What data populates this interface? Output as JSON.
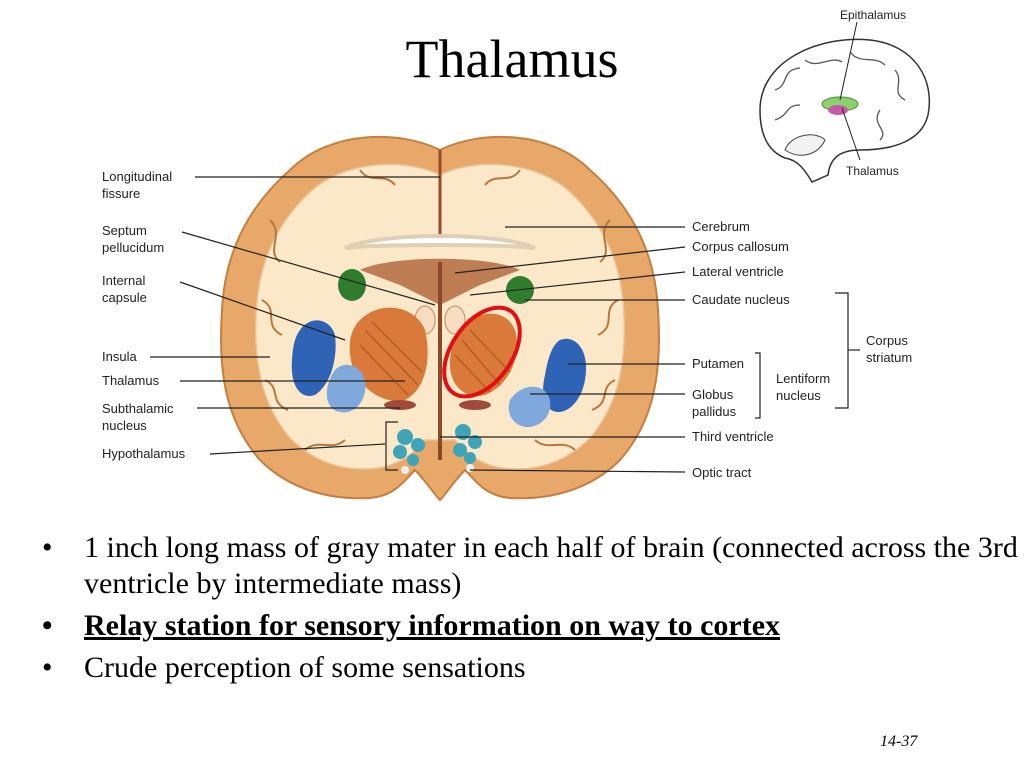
{
  "slide": {
    "title": "Thalamus",
    "page_number": "14-37"
  },
  "bullets": [
    {
      "text": "1 inch long mass of gray mater in each half of brain (connected across the 3rd ventricle by intermediate mass)",
      "emphasis": false
    },
    {
      "text": "Relay station for sensory information on way to cortex",
      "emphasis": true
    },
    {
      "text": "Crude perception of some sensations",
      "emphasis": false
    }
  ],
  "bullet_symbol": "•",
  "diagram": {
    "left_labels": {
      "longitudinal_1": "Longitudinal",
      "longitudinal_2": "fissure",
      "septum_1": "Septum",
      "septum_2": "pellucidum",
      "internal_1": "Internal",
      "internal_2": "capsule",
      "insula": "Insula",
      "thalamus": "Thalamus",
      "subthalamic_1": "Subthalamic",
      "subthalamic_2": "nucleus",
      "hypothalamus": "Hypothalamus"
    },
    "right_labels": {
      "cerebrum": "Cerebrum",
      "corpus_callosum": "Corpus callosum",
      "lateral_ventricle": "Lateral ventricle",
      "caudate_nucleus": "Caudate nucleus",
      "putamen": "Putamen",
      "globus_1": "Globus",
      "globus_2": "pallidus",
      "third_ventricle": "Third ventricle",
      "optic_tract": "Optic tract",
      "lentiform_1": "Lentiform",
      "lentiform_2": "nucleus",
      "corpus_striatum_1": "Corpus",
      "corpus_striatum_2": "striatum"
    },
    "inset_labels": {
      "epithalamus": "Epithalamus",
      "thalamus": "Thalamus"
    },
    "colors": {
      "cortex": "#e8a86a",
      "white_matter": "#fbe8c8",
      "thalamus": "#d9793a",
      "putamen": "#2f63b5",
      "globus_pallidus": "#7fa9dc",
      "caudate": "#2f7d2c",
      "hypothalamus": "#3fa4b8",
      "highlight": "#e01010"
    }
  }
}
